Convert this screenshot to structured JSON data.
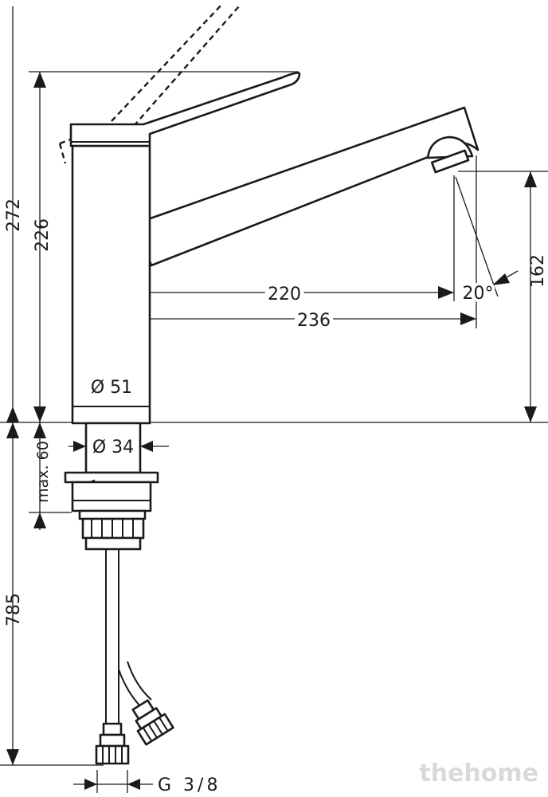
{
  "dimensions": {
    "total_height": "272",
    "spout_height_body": "226",
    "spout_reach": "220",
    "total_reach": "236",
    "outlet_height": "162",
    "swivel_angle": "20°",
    "body_diameter": "Ø 51",
    "mounting_diameter": "Ø 34",
    "max_deck_thickness": "max. 60",
    "hose_length": "785",
    "connection_thread": "G 3/8"
  },
  "watermark": "thehome"
}
